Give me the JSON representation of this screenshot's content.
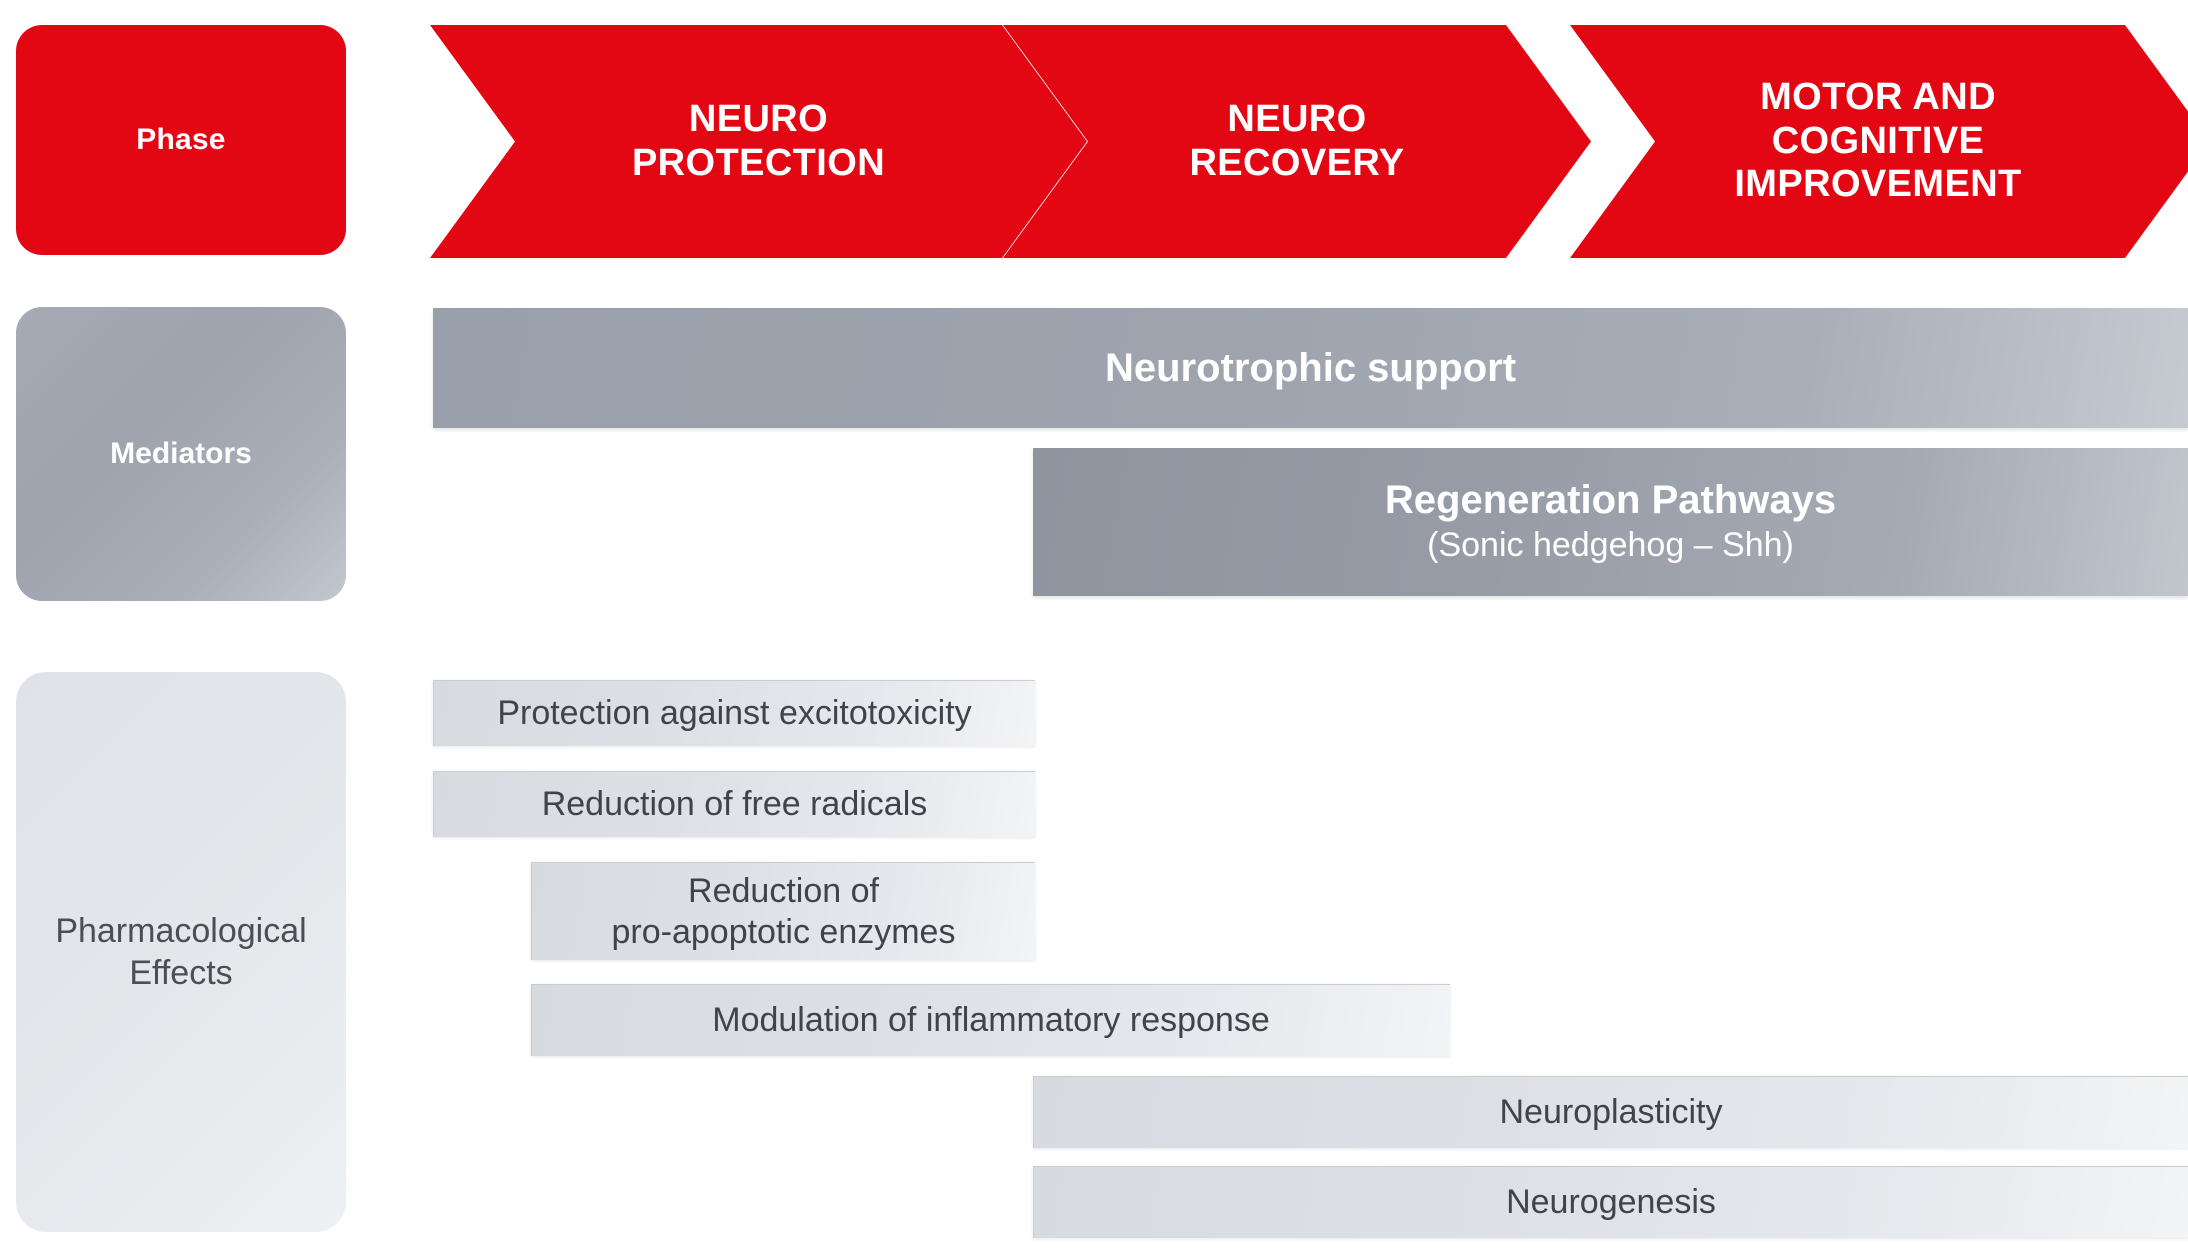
{
  "rows": {
    "phase": {
      "label": "Phase"
    },
    "mediators": {
      "label": "Mediators"
    },
    "pharmacological": {
      "label_line1": "Pharmacological",
      "label_line2": "Effects"
    }
  },
  "phases": [
    {
      "line1": "NEURO",
      "line2": "PROTECTION"
    },
    {
      "line1": "NEURO",
      "line2": "RECOVERY"
    },
    {
      "line1": "MOTOR AND",
      "line2": "COGNITIVE",
      "line3": "IMPROVEMENT"
    }
  ],
  "mediators": [
    {
      "title": "Neurotrophic support",
      "subtitle": ""
    },
    {
      "title": "Regeneration Pathways",
      "subtitle": "(Sonic hedgehog – Shh)"
    }
  ],
  "effects": [
    {
      "line1": "Protection against excitotoxicity",
      "line2": ""
    },
    {
      "line1": "Reduction of free radicals",
      "line2": ""
    },
    {
      "line1": "Reduction of",
      "line2": "pro-apoptotic enzymes"
    },
    {
      "line1": "Modulation of inflammatory response",
      "line2": ""
    },
    {
      "line1": "Neuroplasticity",
      "line2": ""
    },
    {
      "line1": "Neurogenesis",
      "line2": ""
    }
  ],
  "colors": {
    "phase_red": "#e30613",
    "mediator_gray": "#9ea3ae",
    "effect_gray": "#dde0e5",
    "text_dark": "#3f444a",
    "text_white": "#ffffff"
  }
}
